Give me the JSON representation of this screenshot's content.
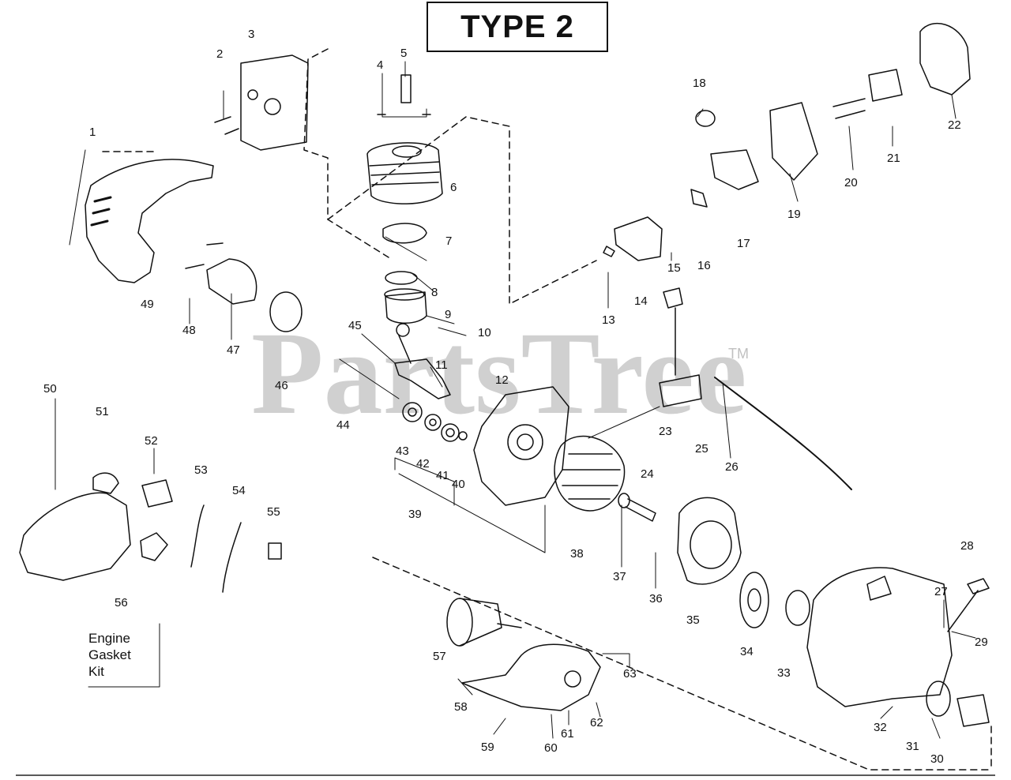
{
  "header": {
    "title": "TYPE 2"
  },
  "watermark": {
    "text": "PartsTree",
    "trademark": "TM"
  },
  "kit_note": {
    "number": "56",
    "lines": [
      "Engine",
      "Gasket",
      "Kit"
    ]
  },
  "callouts": [
    {
      "n": "1"
    },
    {
      "n": "2"
    },
    {
      "n": "3"
    },
    {
      "n": "4"
    },
    {
      "n": "5"
    },
    {
      "n": "6"
    },
    {
      "n": "7"
    },
    {
      "n": "8"
    },
    {
      "n": "9"
    },
    {
      "n": "10"
    },
    {
      "n": "11"
    },
    {
      "n": "12"
    },
    {
      "n": "13"
    },
    {
      "n": "14"
    },
    {
      "n": "15"
    },
    {
      "n": "16"
    },
    {
      "n": "17"
    },
    {
      "n": "18"
    },
    {
      "n": "19"
    },
    {
      "n": "20"
    },
    {
      "n": "21"
    },
    {
      "n": "22"
    },
    {
      "n": "23"
    },
    {
      "n": "24"
    },
    {
      "n": "25"
    },
    {
      "n": "26"
    },
    {
      "n": "27"
    },
    {
      "n": "28"
    },
    {
      "n": "29"
    },
    {
      "n": "30"
    },
    {
      "n": "31"
    },
    {
      "n": "32"
    },
    {
      "n": "33"
    },
    {
      "n": "34"
    },
    {
      "n": "35"
    },
    {
      "n": "36"
    },
    {
      "n": "37"
    },
    {
      "n": "38"
    },
    {
      "n": "39"
    },
    {
      "n": "40"
    },
    {
      "n": "41"
    },
    {
      "n": "42"
    },
    {
      "n": "43"
    },
    {
      "n": "44"
    },
    {
      "n": "45"
    },
    {
      "n": "46"
    },
    {
      "n": "47"
    },
    {
      "n": "48"
    },
    {
      "n": "49"
    },
    {
      "n": "50"
    },
    {
      "n": "51"
    },
    {
      "n": "52"
    },
    {
      "n": "53"
    },
    {
      "n": "54"
    },
    {
      "n": "55"
    },
    {
      "n": "57"
    },
    {
      "n": "58"
    },
    {
      "n": "59"
    },
    {
      "n": "60"
    },
    {
      "n": "61"
    },
    {
      "n": "62"
    },
    {
      "n": "63"
    }
  ]
}
